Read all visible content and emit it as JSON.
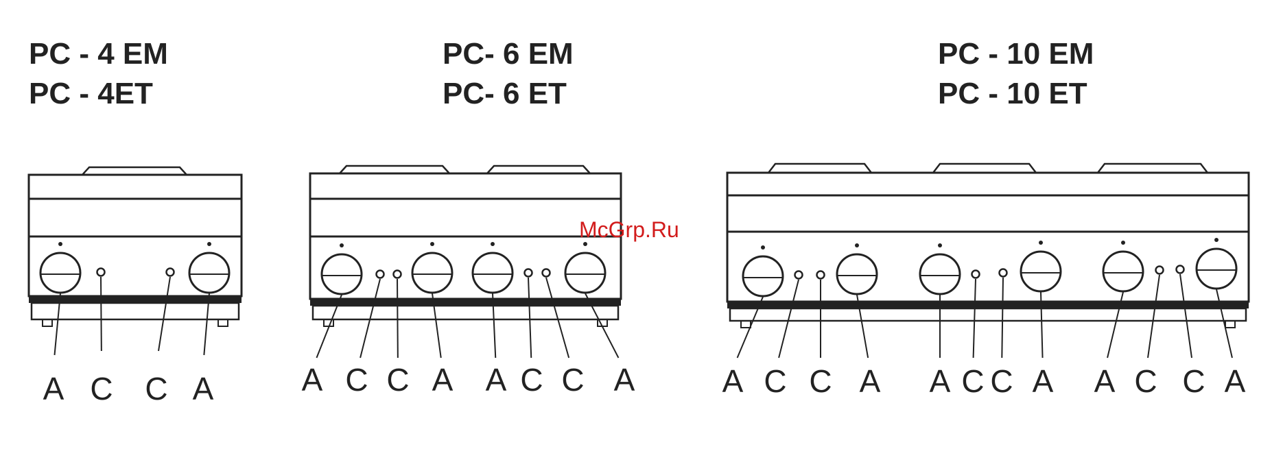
{
  "models": [
    {
      "lines": [
        "PC - 4 EM",
        "PC - 4ET"
      ],
      "labels": [
        "A",
        "C",
        "C",
        "A"
      ]
    },
    {
      "lines": [
        "PC- 6 EM",
        "PC- 6 ET"
      ],
      "labels": [
        "A",
        "C",
        "C",
        "A",
        "A",
        "C",
        "C",
        "A"
      ]
    },
    {
      "lines": [
        "PC - 10 EM",
        "PC - 10 ET"
      ],
      "labels": [
        "A",
        "C",
        "C",
        "A",
        "A",
        "C",
        "C",
        "A",
        "A",
        "C",
        "C",
        "A"
      ]
    }
  ],
  "watermark": "McGrp.Ru",
  "icons": {
    "control_knob": "knob-icon",
    "pilot_light": "pilot-light-icon"
  }
}
